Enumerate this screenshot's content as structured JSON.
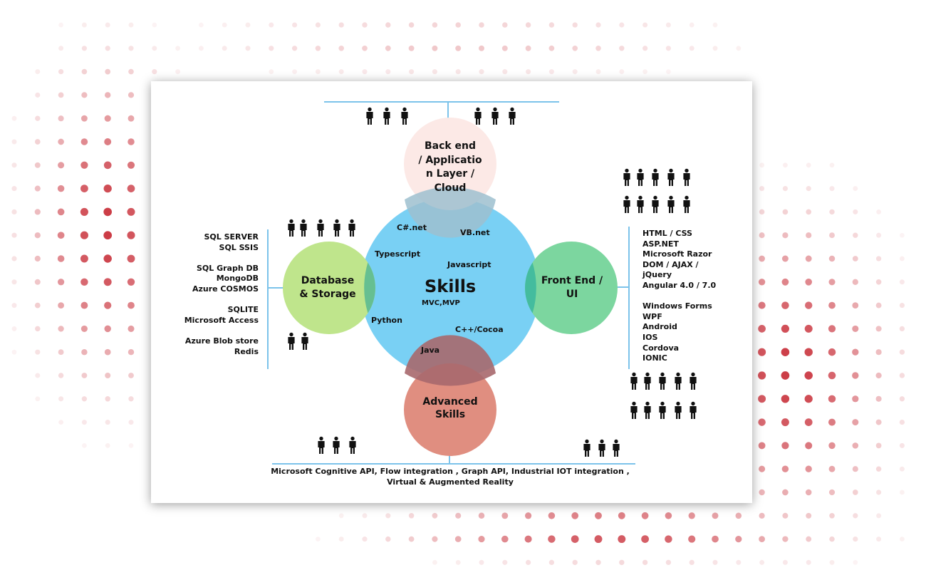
{
  "center": {
    "title": "Skills",
    "subtitle": "MVC,MVP",
    "items": [
      "C#.net",
      "VB.net",
      "Typescript",
      "Javascript",
      "Python",
      "C++/Cocoa",
      "Java"
    ]
  },
  "satellites": {
    "backend": [
      "Back end",
      "/ Applicatio",
      "n Layer /",
      "Cloud"
    ],
    "database": [
      "Database",
      "& Storage"
    ],
    "frontend": [
      "Front End /",
      "UI"
    ],
    "advanced": [
      "Advanced",
      "Skills"
    ]
  },
  "lists": {
    "database": [
      [
        "SQL SERVER",
        "SQL SSIS"
      ],
      [
        "SQL Graph DB",
        "MongoDB",
        "Azure COSMOS"
      ],
      [
        "SQLITE",
        "Microsoft Access"
      ],
      [
        "Azure Blob store",
        "Redis"
      ]
    ],
    "frontend": [
      [
        "HTML / CSS",
        "ASP.NET",
        "Microsoft Razor",
        "DOM / AJAX /",
        "jQuery",
        "Angular 4.0 / 7.0"
      ],
      [
        "Windows Forms",
        "WPF",
        "Android",
        "IOS",
        "Cordova",
        "IONIC"
      ]
    ],
    "advanced": [
      "Microsoft Cognitive API, Flow integration , Graph API, Industrial IOT integration ,",
      "Virtual & Augmented Reality"
    ]
  },
  "colors": {
    "center": "#79d0f4",
    "backend": "#fce9e6",
    "database": "#bfe58c",
    "frontend": "#7cd69f",
    "advanced": "#e08e80",
    "connector": "#7cc3ea",
    "dots": "#c9323c"
  },
  "icons": [
    "person-group-icon"
  ]
}
